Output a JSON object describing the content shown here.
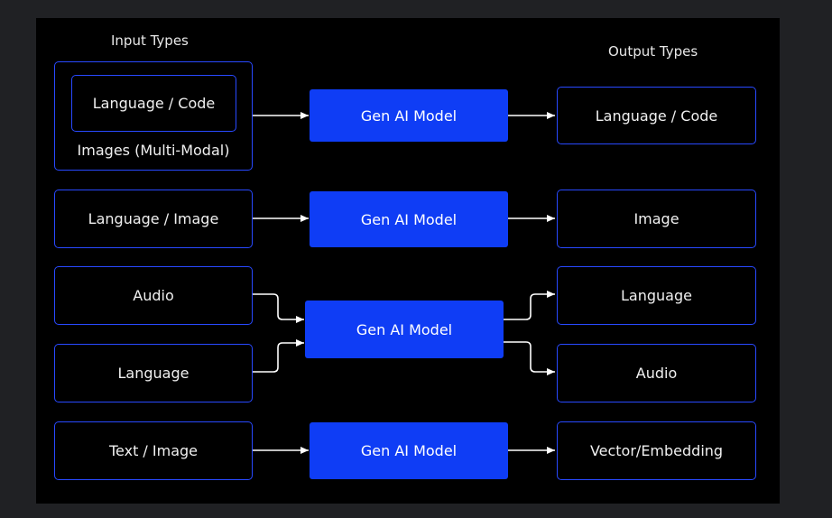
{
  "headings": {
    "input": "Input Types",
    "output": "Output Types"
  },
  "rows": [
    {
      "input_inner": "Language / Code",
      "input_outer": "Images (Multi-Modal)",
      "model": "Gen AI Model",
      "output": "Language / Code"
    },
    {
      "input": "Language / Image",
      "model": "Gen AI Model",
      "output": "Image"
    },
    {
      "inputs": [
        "Audio",
        "Language"
      ],
      "model": "Gen AI Model",
      "outputs": [
        "Language",
        "Audio"
      ]
    },
    {
      "input": "Text / Image",
      "model": "Gen AI Model",
      "output": "Vector/Embedding"
    }
  ],
  "colors": {
    "page_bg": "#202124",
    "diagram_bg": "#000000",
    "box_border": "#2849ff",
    "model_fill": "#0f3df5",
    "text": "#f0f0f0",
    "arrow": "#ffffff"
  }
}
